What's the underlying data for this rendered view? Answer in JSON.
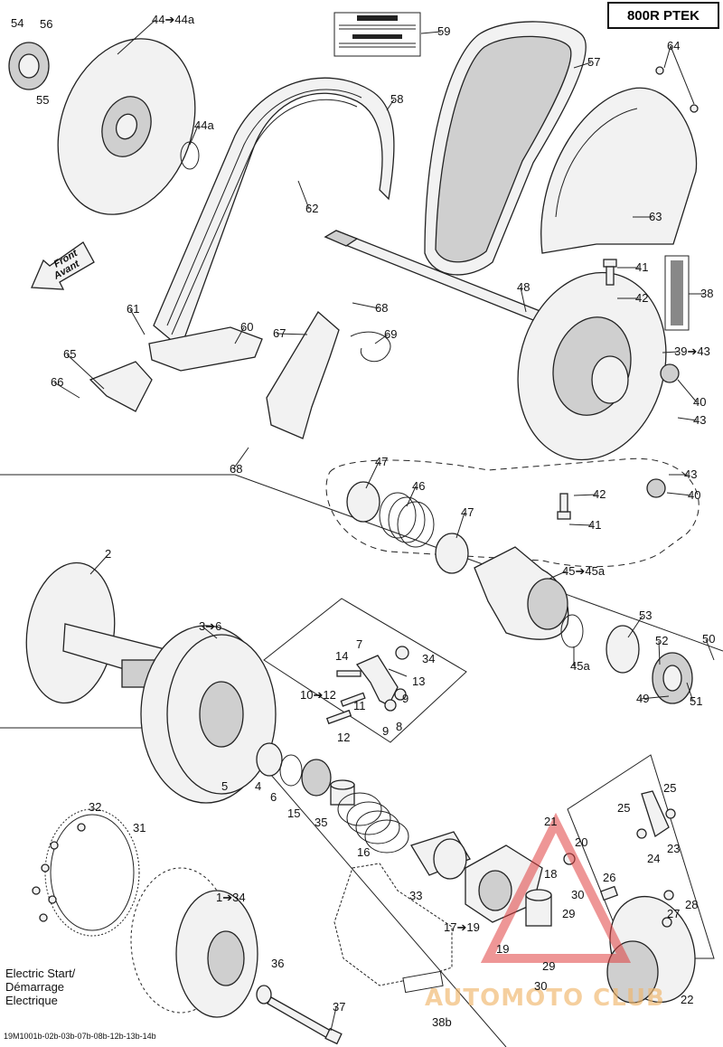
{
  "model": "800R PTEK",
  "front_label_en": "Front",
  "front_label_fr": "Avant",
  "electric_start": "Electric Start/\nDémarrage\nElectrique",
  "code": "19M1001b-02b-03b-07b-08b-12b-13b-14b",
  "watermark": "AUTOMOTO CLUB",
  "callouts": [
    {
      "id": "c54",
      "text": "54"
    },
    {
      "id": "c56",
      "text": "56"
    },
    {
      "id": "c55",
      "text": "55"
    },
    {
      "id": "c44",
      "text": "44➔44a"
    },
    {
      "id": "c44a",
      "text": "44a"
    },
    {
      "id": "c59",
      "text": "59"
    },
    {
      "id": "c57",
      "text": "57"
    },
    {
      "id": "c64",
      "text": "64"
    },
    {
      "id": "c58",
      "text": "58"
    },
    {
      "id": "c62",
      "text": "62"
    },
    {
      "id": "c63",
      "text": "63"
    },
    {
      "id": "c41a",
      "text": "41"
    },
    {
      "id": "c42a",
      "text": "42"
    },
    {
      "id": "c38",
      "text": "38"
    },
    {
      "id": "c48",
      "text": "48"
    },
    {
      "id": "c39",
      "text": "39➔43"
    },
    {
      "id": "c40a",
      "text": "40"
    },
    {
      "id": "c43a",
      "text": "43"
    },
    {
      "id": "c61",
      "text": "61"
    },
    {
      "id": "c60",
      "text": "60"
    },
    {
      "id": "c68a",
      "text": "68"
    },
    {
      "id": "c67",
      "text": "67"
    },
    {
      "id": "c69",
      "text": "69"
    },
    {
      "id": "c65",
      "text": "65"
    },
    {
      "id": "c66",
      "text": "66"
    },
    {
      "id": "c68b",
      "text": "68"
    },
    {
      "id": "c47a",
      "text": "47"
    },
    {
      "id": "c46",
      "text": "46"
    },
    {
      "id": "c47b",
      "text": "47"
    },
    {
      "id": "c43b",
      "text": "43"
    },
    {
      "id": "c42b",
      "text": "42"
    },
    {
      "id": "c40b",
      "text": "40"
    },
    {
      "id": "c41b",
      "text": "41"
    },
    {
      "id": "c2",
      "text": "2"
    },
    {
      "id": "c45",
      "text": "45➔45a"
    },
    {
      "id": "c3",
      "text": "3➔6"
    },
    {
      "id": "c53",
      "text": "53"
    },
    {
      "id": "c45a",
      "text": "45a"
    },
    {
      "id": "c52",
      "text": "52"
    },
    {
      "id": "c50",
      "text": "50"
    },
    {
      "id": "c51",
      "text": "51"
    },
    {
      "id": "c49",
      "text": "49"
    },
    {
      "id": "c7",
      "text": "7"
    },
    {
      "id": "c14",
      "text": "14"
    },
    {
      "id": "c34",
      "text": "34"
    },
    {
      "id": "c13",
      "text": "13"
    },
    {
      "id": "c10",
      "text": "10➔12"
    },
    {
      "id": "c11",
      "text": "11"
    },
    {
      "id": "c12",
      "text": "12"
    },
    {
      "id": "c9a",
      "text": "9"
    },
    {
      "id": "c9b",
      "text": "9"
    },
    {
      "id": "c8",
      "text": "8"
    },
    {
      "id": "c5",
      "text": "5"
    },
    {
      "id": "c4",
      "text": "4"
    },
    {
      "id": "c6",
      "text": "6"
    },
    {
      "id": "c15",
      "text": "15"
    },
    {
      "id": "c35",
      "text": "35"
    },
    {
      "id": "c32",
      "text": "32"
    },
    {
      "id": "c31",
      "text": "31"
    },
    {
      "id": "c16",
      "text": "16"
    },
    {
      "id": "c25a",
      "text": "25"
    },
    {
      "id": "c25b",
      "text": "25"
    },
    {
      "id": "c21",
      "text": "21"
    },
    {
      "id": "c20",
      "text": "20"
    },
    {
      "id": "c23",
      "text": "23"
    },
    {
      "id": "c24",
      "text": "24"
    },
    {
      "id": "c1",
      "text": "1➔34"
    },
    {
      "id": "c33",
      "text": "33"
    },
    {
      "id": "c18",
      "text": "18"
    },
    {
      "id": "c26",
      "text": "26"
    },
    {
      "id": "c28",
      "text": "28"
    },
    {
      "id": "c30a",
      "text": "30"
    },
    {
      "id": "c29a",
      "text": "29"
    },
    {
      "id": "c27",
      "text": "27"
    },
    {
      "id": "c17",
      "text": "17➔19"
    },
    {
      "id": "c19",
      "text": "19"
    },
    {
      "id": "c36",
      "text": "36"
    },
    {
      "id": "c29b",
      "text": "29"
    },
    {
      "id": "c30b",
      "text": "30"
    },
    {
      "id": "c22",
      "text": "22"
    },
    {
      "id": "c37",
      "text": "37"
    },
    {
      "id": "c38b",
      "text": "38b"
    }
  ]
}
